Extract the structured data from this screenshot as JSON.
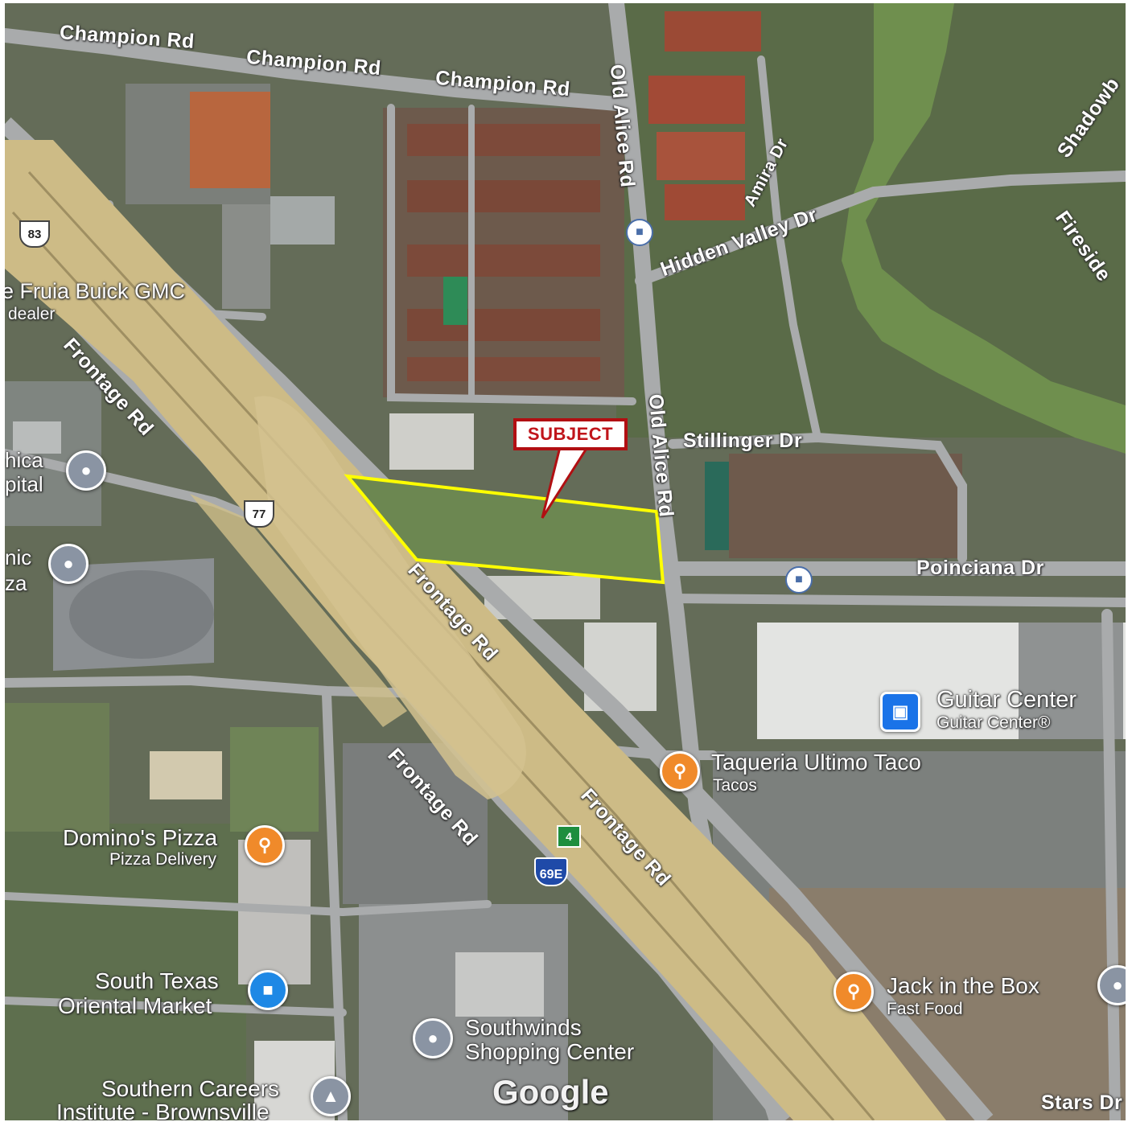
{
  "map": {
    "attribution": "Google",
    "subject_label": "SUBJECT",
    "roads": {
      "champion_1": "Champion Rd",
      "champion_2": "Champion Rd",
      "champion_3": "Champion Rd",
      "old_alice_north": "Old Alice Rd",
      "old_alice_south": "Old Alice Rd",
      "amira": "Amira Dr",
      "hidden_valley": "Hidden Valley Dr",
      "fireside": "Fireside",
      "shadowb": "Shadowb",
      "stillinger": "Stillinger Dr",
      "poinciana": "Poinciana Dr",
      "frontage_nw": "Frontage Rd",
      "frontage_mid": "Frontage Rd",
      "frontage_sw": "Frontage Rd",
      "frontage_se": "Frontage Rd",
      "stars": "Stars Dr"
    },
    "shields": {
      "us83": "83",
      "us77": "77",
      "i69e": "69E",
      "exit": "4"
    },
    "places": {
      "buick_name": "e Fruia Buick GMC",
      "buick_sub": "dealer",
      "hica_line1": "hica",
      "hica_line2": "pital",
      "nic_line1": "nic",
      "nic_line2": "za",
      "guitar_name": "Guitar Center",
      "guitar_sub": "Guitar Center®",
      "taqueria_name": "Taqueria Ultimo Taco",
      "taqueria_sub": "Tacos",
      "dominos_name": "Domino's Pizza",
      "dominos_sub": "Pizza Delivery",
      "jack_name": "Jack in the Box",
      "jack_sub": "Fast Food",
      "stm_line1": "South Texas",
      "stm_line2": "Oriental Market",
      "southwinds_line1": "Southwinds",
      "southwinds_line2": "Shopping Center",
      "careers_line1": "Southern Careers",
      "careers_line2": "Institute - Brownsville"
    },
    "colors": {
      "parcel_outline": "#ffff00",
      "callout_border": "#b10f12",
      "callout_text": "#c0151b"
    }
  }
}
